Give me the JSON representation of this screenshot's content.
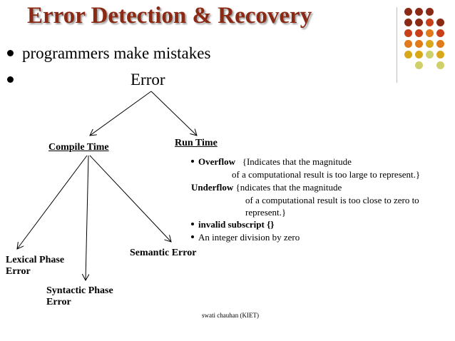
{
  "slide": {
    "title": "Error Detection & Recovery",
    "bullets": [
      "programmers make mistakes",
      "Error"
    ],
    "footer": "swati chauhan (KIET)"
  },
  "diagram": {
    "nodes": {
      "root": "Error",
      "compile_time": "Compile Time",
      "run_time": "Run Time",
      "lexical_line1": "Lexical Phase",
      "lexical_line2": "Error",
      "syntactic_line1": "Syntactic Phase",
      "syntactic_line2": "Error",
      "semantic": "Semantic  Error"
    },
    "run_time_details": {
      "overflow_term": "Overflow",
      "overflow_desc": "{Indicates that the magnitude",
      "overflow_desc2": "of a computational result is too large to represent.}",
      "underflow_term": "Underflow",
      "underflow_desc": "{ndicates that the magnitude",
      "underflow_desc2": "of a computational result is too close to zero to",
      "underflow_desc3": "represent.}",
      "invalid_subscript": "invalid subscript {}",
      "integer_division": "An integer division by zero"
    }
  },
  "decor_colors": [
    "#8b2a14",
    "#c8401a",
    "#e07a1a",
    "#d9a81a",
    "#cfd06a"
  ]
}
